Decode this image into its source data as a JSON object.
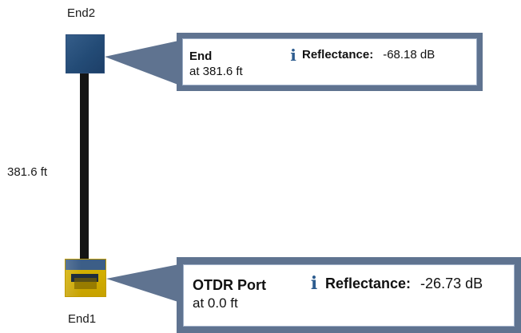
{
  "diagram": {
    "top_node_label": "End2",
    "bottom_node_label": "End1",
    "segment_length": "381.6 ft"
  },
  "events": [
    {
      "title": "End",
      "location": "at 381.6 ft",
      "metric_name": "Reflectance:",
      "metric_value": "-68.18 dB",
      "icon": "info-icon"
    },
    {
      "title": "OTDR Port",
      "location": "at 0.0 ft",
      "metric_name": "Reflectance:",
      "metric_value": "-26.73 dB",
      "icon": "info-icon"
    }
  ],
  "colors": {
    "callout_frame": "#5f7390",
    "fiber": "#141414",
    "top_node": "#234b76",
    "bottom_node_accent": "#d4b000",
    "info_icon": "#2d5c8f"
  }
}
